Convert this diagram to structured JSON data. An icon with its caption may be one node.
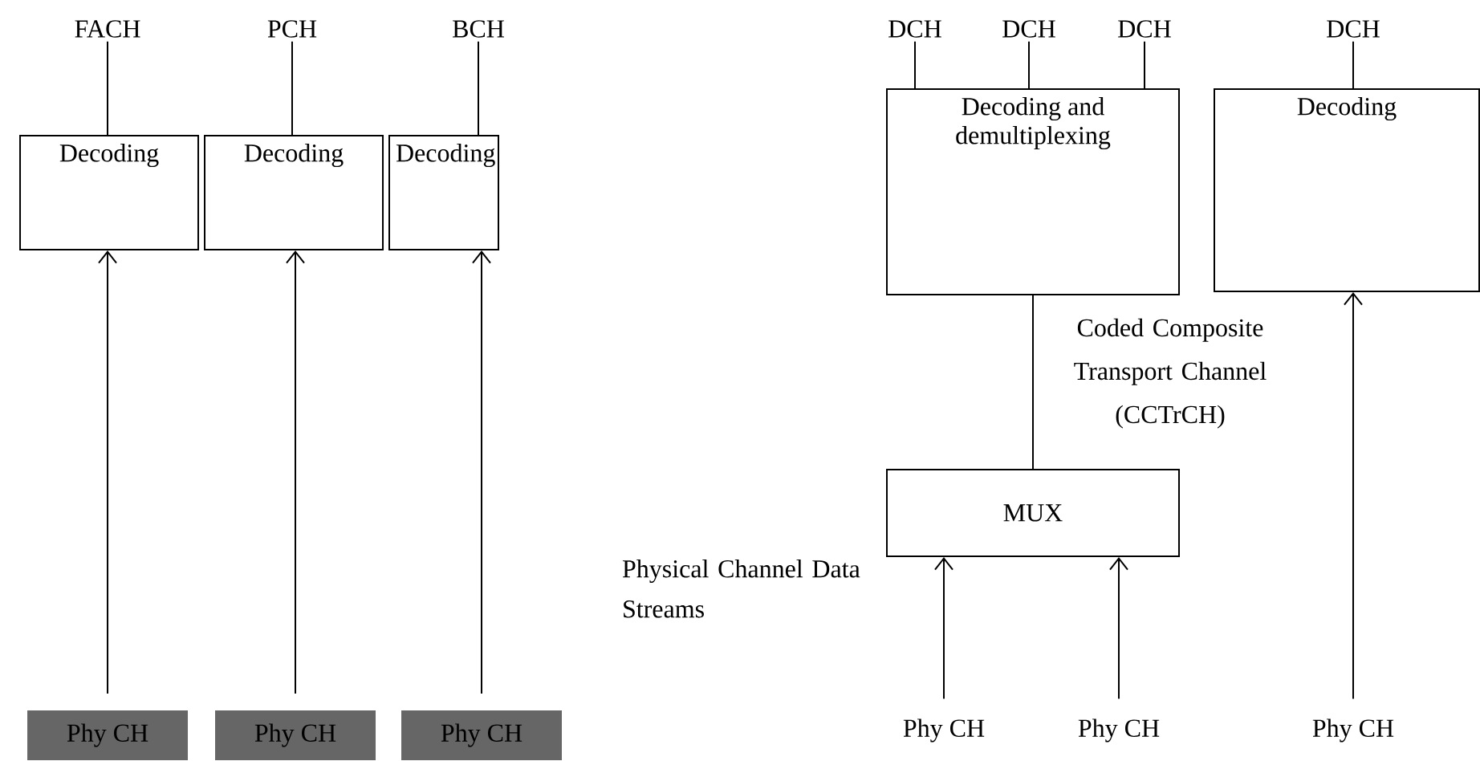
{
  "diagram": {
    "nodes": [
      {
        "text": [
          "FACH"
        ]
      },
      {
        "text": [
          "PCH"
        ]
      },
      {
        "text": [
          "BCH"
        ]
      },
      {
        "text": [
          "Decoding"
        ]
      },
      {
        "text": [
          "Decoding"
        ]
      },
      {
        "text": [
          "Decoding"
        ]
      },
      {
        "text": [
          "Phy CH"
        ]
      },
      {
        "text": [
          "Phy CH"
        ]
      },
      {
        "text": [
          "Phy CH"
        ]
      },
      {
        "text": [
          "DCH"
        ]
      },
      {
        "text": [
          "DCH"
        ]
      },
      {
        "text": [
          "DCH"
        ]
      },
      {
        "text": [
          "DCH"
        ]
      },
      {
        "text": [
          "Decoding and demultiplexing"
        ]
      },
      {
        "text": [
          "Decoding"
        ]
      },
      {
        "text": [
          "MUX"
        ]
      },
      {
        "text": [
          "Phy CH"
        ]
      },
      {
        "text": [
          "Phy CH"
        ]
      },
      {
        "text": [
          "Phy CH"
        ]
      }
    ],
    "edges": [
      {
        "from": 0,
        "to": 3,
        "arrow": "none"
      },
      {
        "from": 1,
        "to": 4,
        "arrow": "none"
      },
      {
        "from": 2,
        "to": 5,
        "arrow": "none"
      },
      {
        "from": 6,
        "to": 3,
        "arrow": "to"
      },
      {
        "from": 7,
        "to": 4,
        "arrow": "to"
      },
      {
        "from": 8,
        "to": 5,
        "arrow": "to"
      },
      {
        "from": 9,
        "to": 13,
        "arrow": "none"
      },
      {
        "from": 10,
        "to": 13,
        "arrow": "none"
      },
      {
        "from": 11,
        "to": 13,
        "arrow": "none"
      },
      {
        "from": 12,
        "to": 14,
        "arrow": "none"
      },
      {
        "from": 15,
        "to": 13,
        "arrow": "none",
        "label": "Coded Composite Transport Channel (CCTrCH)"
      },
      {
        "from": 16,
        "to": 15,
        "arrow": "to"
      },
      {
        "from": 17,
        "to": 15,
        "arrow": "to"
      },
      {
        "from": 18,
        "to": 14,
        "arrow": "to"
      }
    ],
    "labels": [
      "Physical Channel Data Streams"
    ]
  }
}
